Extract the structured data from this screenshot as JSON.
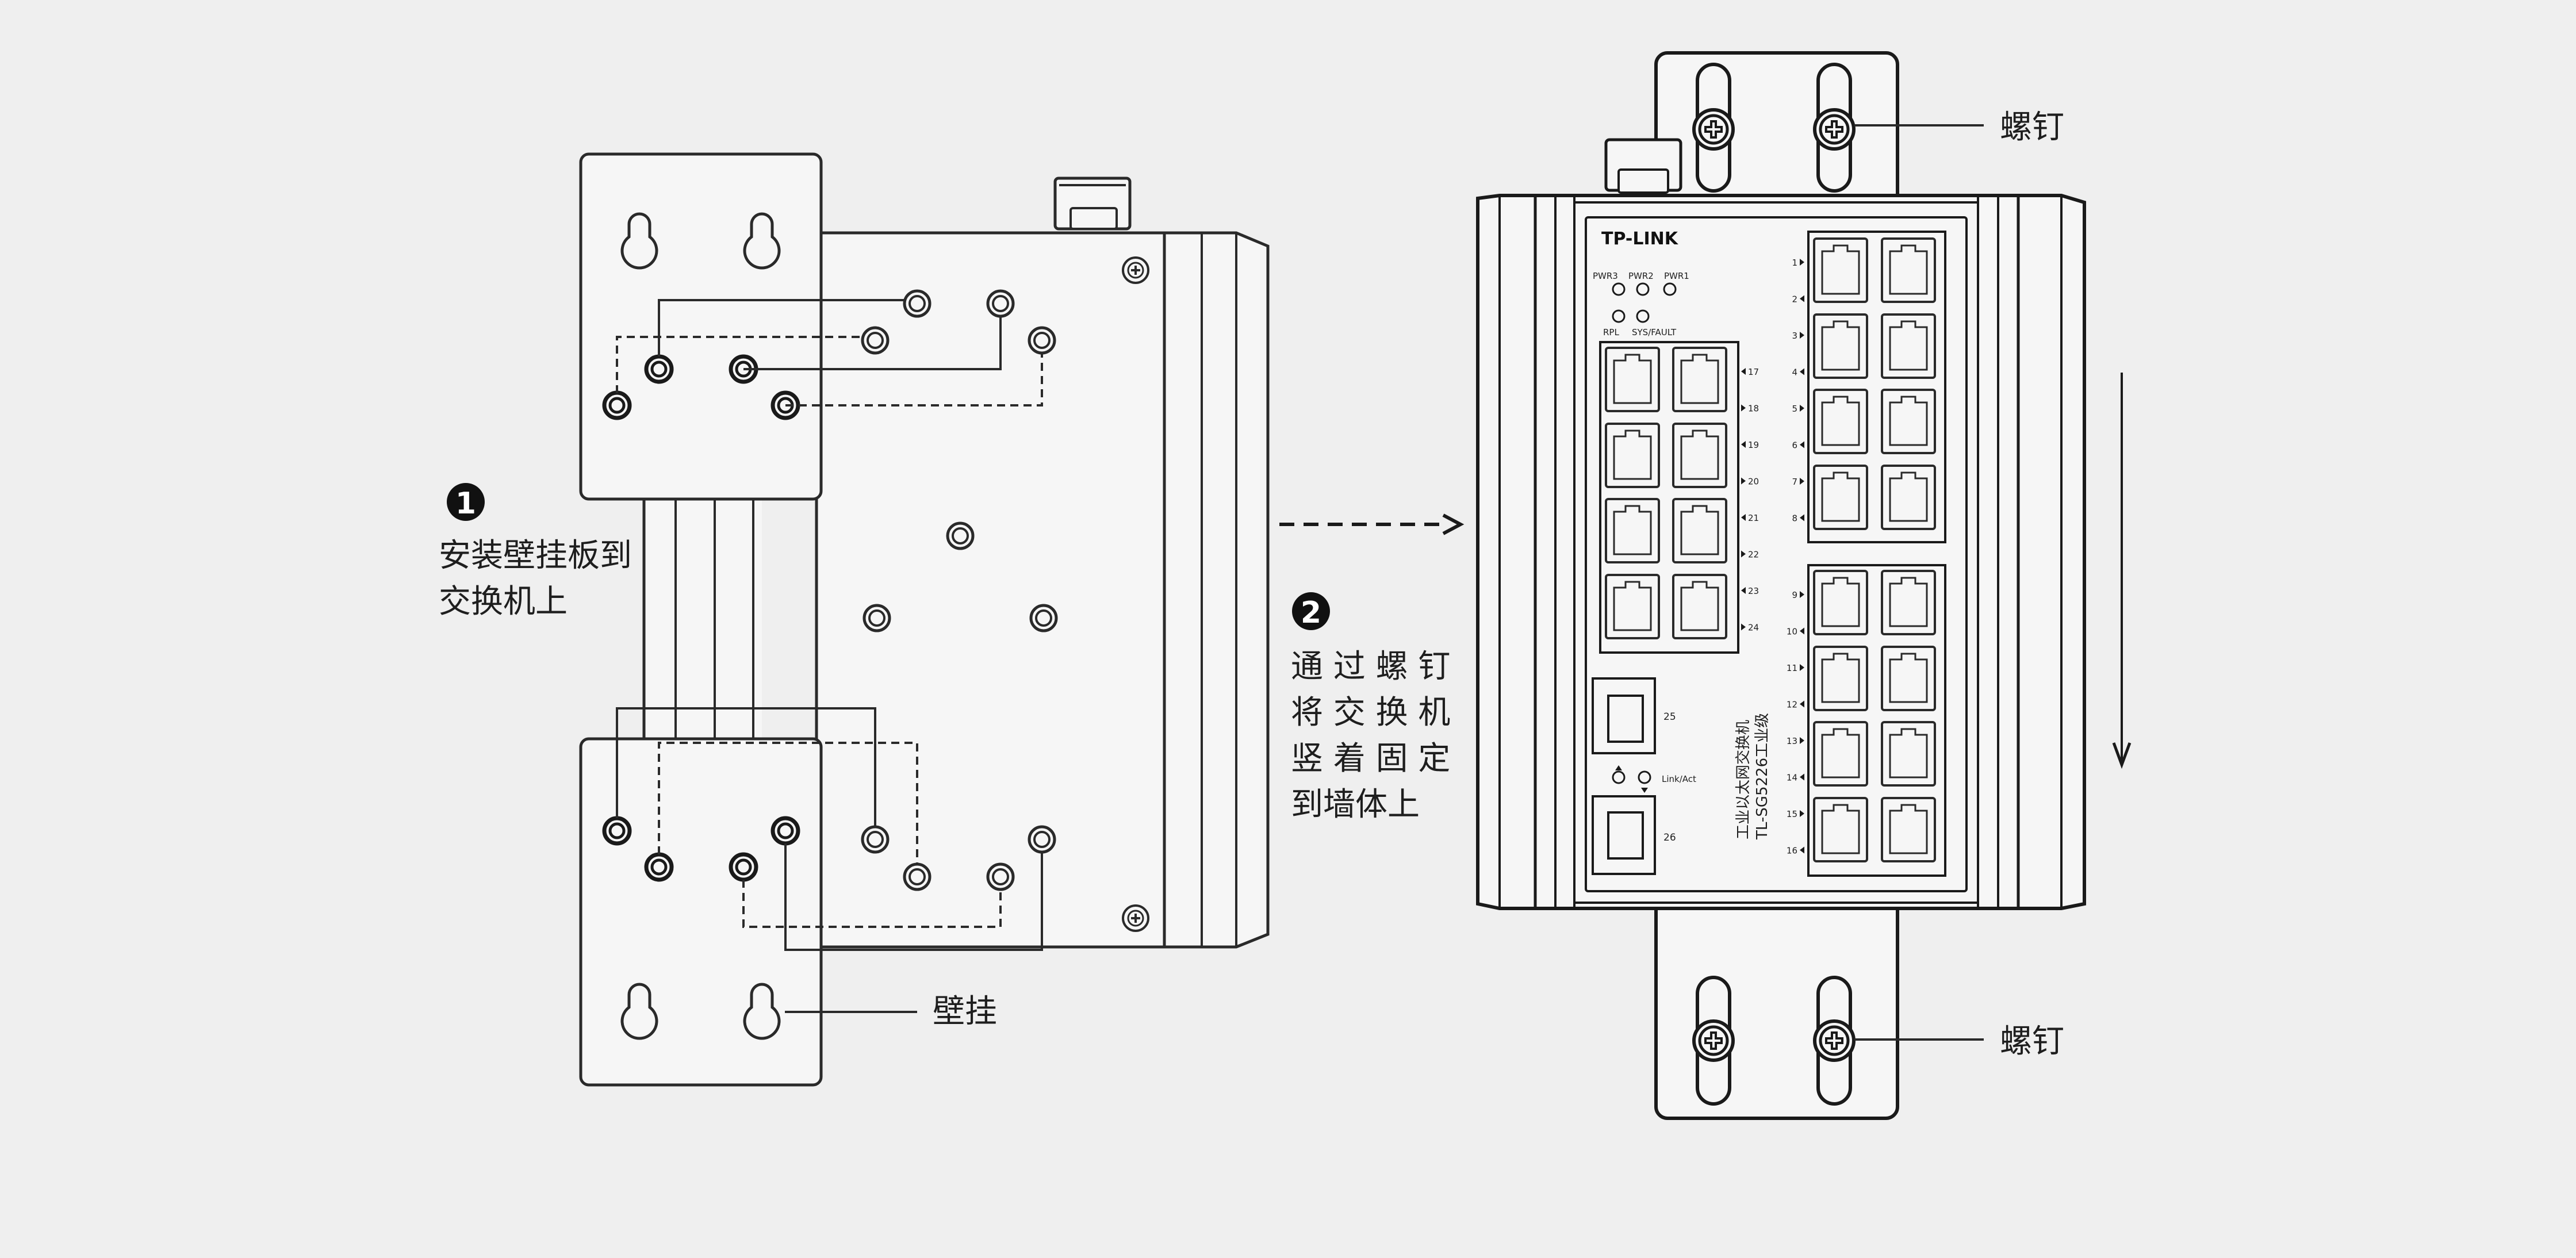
{
  "step1": {
    "number": "1",
    "text_line1": "安装壁挂板到",
    "text_line2": "交换机上"
  },
  "step2": {
    "number": "2",
    "text_line1": "通 过 螺 钉",
    "text_line2": "将 交 换 机",
    "text_line3": "竖 着 固 定",
    "text_line4": "到墙体上"
  },
  "callouts": {
    "wall_mount": "壁挂",
    "screw_top": "螺钉",
    "screw_bottom": "螺钉"
  },
  "switch": {
    "brand": "TP-LINK",
    "pwr3": "PWR3",
    "pwr2": "PWR2",
    "pwr1": "PWR1",
    "rpl": "RPL",
    "sys_fault": "SYS/FAULT",
    "model_line1": "TL-SG5226工业级",
    "model_line2": "工业以太网交换机",
    "link_act": "Link/Act",
    "sfp_port_25": "25",
    "sfp_port_26": "26",
    "left_port_numbers": [
      "17",
      "18",
      "19",
      "20",
      "21",
      "22",
      "23",
      "24"
    ],
    "right_port_numbers": [
      "1",
      "2",
      "3",
      "4",
      "5",
      "6",
      "7",
      "8",
      "9",
      "10",
      "11",
      "12",
      "13",
      "14",
      "15",
      "16"
    ]
  }
}
